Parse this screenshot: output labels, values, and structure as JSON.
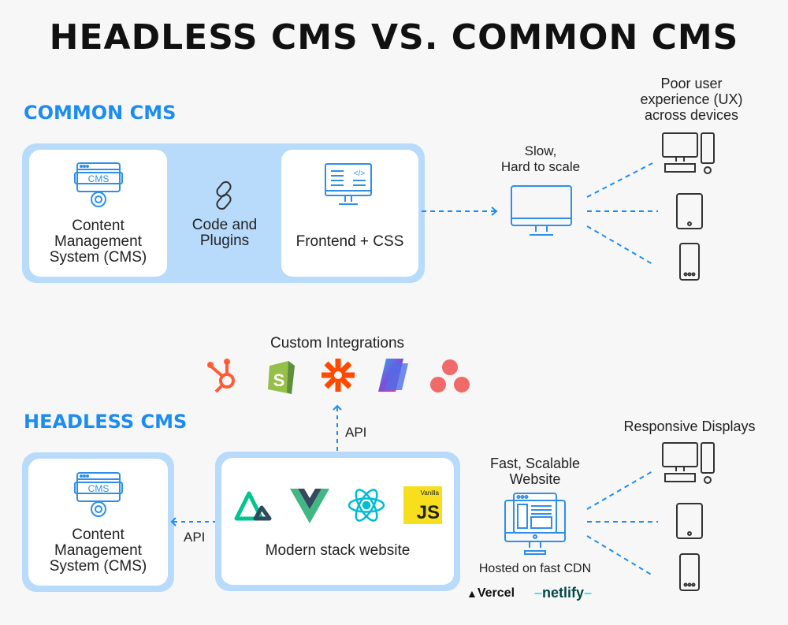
{
  "title": "HEADLESS CMS VS. COMMON CMS",
  "common": {
    "heading": "COMMON CMS",
    "cms_label": [
      "Content",
      "Management",
      "System (CMS)"
    ],
    "plugins_label": [
      "Code and",
      "Plugins"
    ],
    "frontend_label": "Frontend + CSS",
    "result_label": [
      "Slow,",
      "Hard to scale"
    ],
    "devices_label": [
      "Poor user",
      "experience (UX)",
      "across devices"
    ]
  },
  "headless": {
    "heading": "HEADLESS CMS",
    "integrations_label": "Custom Integrations",
    "integrations": [
      "hubspot",
      "shopify",
      "zapier",
      "copilot",
      "asana"
    ],
    "api_vertical": "API",
    "api_horizontal": "API",
    "cms_label": [
      "Content",
      "Management",
      "System (CMS)"
    ],
    "stack": [
      "nuxt",
      "vue",
      "react",
      "vanilla-js"
    ],
    "js_badge": {
      "small": "Vanilla",
      "big": "JS"
    },
    "stack_label": "Modern stack website",
    "result_label": [
      "Fast, Scalable",
      "Website"
    ],
    "hosted_label": "Hosted on fast CDN",
    "hosts": [
      "Vercel",
      "netlify"
    ],
    "devices_label": "Responsive Displays"
  },
  "colors": {
    "accent": "#1d8cf2",
    "box": "#b8dbfb",
    "icon": "#2f8fe8"
  }
}
